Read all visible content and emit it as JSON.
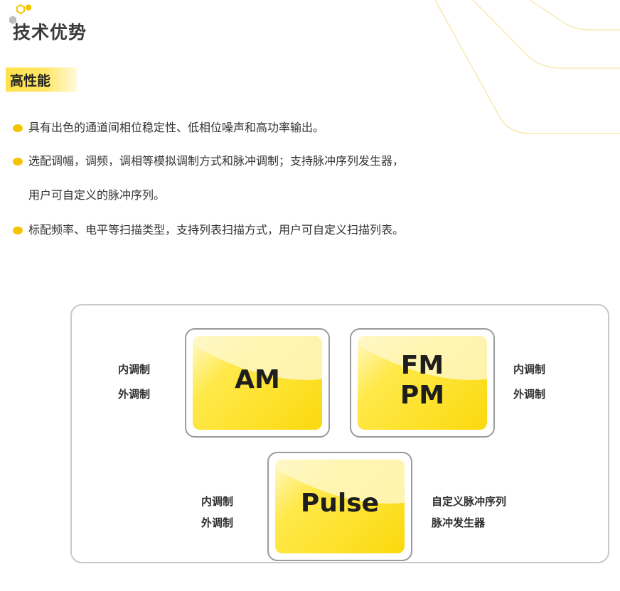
{
  "header": {
    "title": "技术优势"
  },
  "section": {
    "label": "高性能"
  },
  "bullets": [
    {
      "text": "具有出色的通道间相位稳定性、低相位噪声和高功率输出。"
    },
    {
      "text": "选配调幅，调频，调相等模拟调制方式和脉冲调制；支持脉冲序列发生器，",
      "cont": "用户可自定义的脉冲序列。"
    },
    {
      "text": "标配频率、电平等扫描类型，支持列表扫描方式，用户可自定义扫描列表。"
    }
  ],
  "diagram": {
    "am": {
      "label": "AM",
      "left_line1": "内调制",
      "left_line2": "外调制"
    },
    "fmpm": {
      "label_line1": "FM",
      "label_line2": "PM",
      "right_line1": "内调制",
      "right_line2": "外调制"
    },
    "pulse": {
      "label": "Pulse",
      "left_line1": "内调制",
      "left_line2": "外调制",
      "right_line1": "自定义脉冲序列",
      "right_line2": "脉冲发生器"
    }
  },
  "colors": {
    "accent": "#f5c400",
    "accent_light": "#ffe94a",
    "frame": "#c9c9c9",
    "box_border": "#9b9b9b"
  },
  "icons": {
    "logo": "hexagon-logo-icon",
    "bullet": "yellow-dot-icon"
  }
}
